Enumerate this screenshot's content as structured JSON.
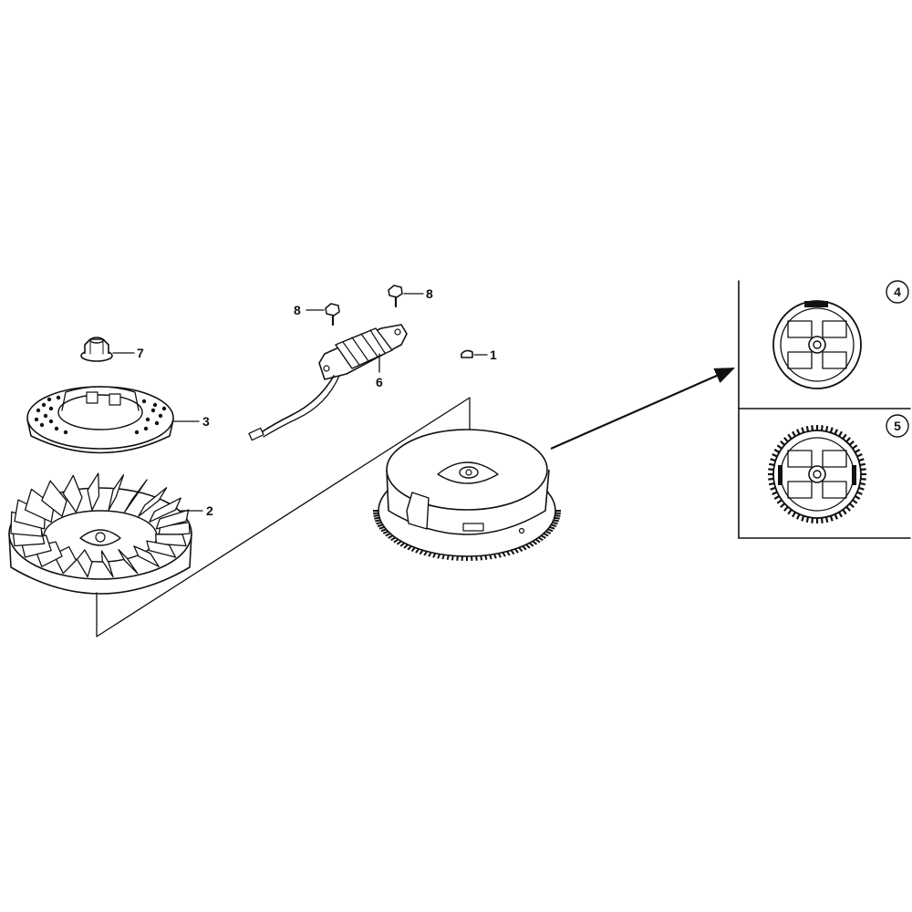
{
  "labels": {
    "p1": "1",
    "p2": "2",
    "p3": "3",
    "p4": "4",
    "p5": "5",
    "p6": "6",
    "p7": "7",
    "p8a": "8",
    "p8b": "8"
  },
  "colors": {
    "ink": "#111111",
    "background": "#ffffff"
  }
}
